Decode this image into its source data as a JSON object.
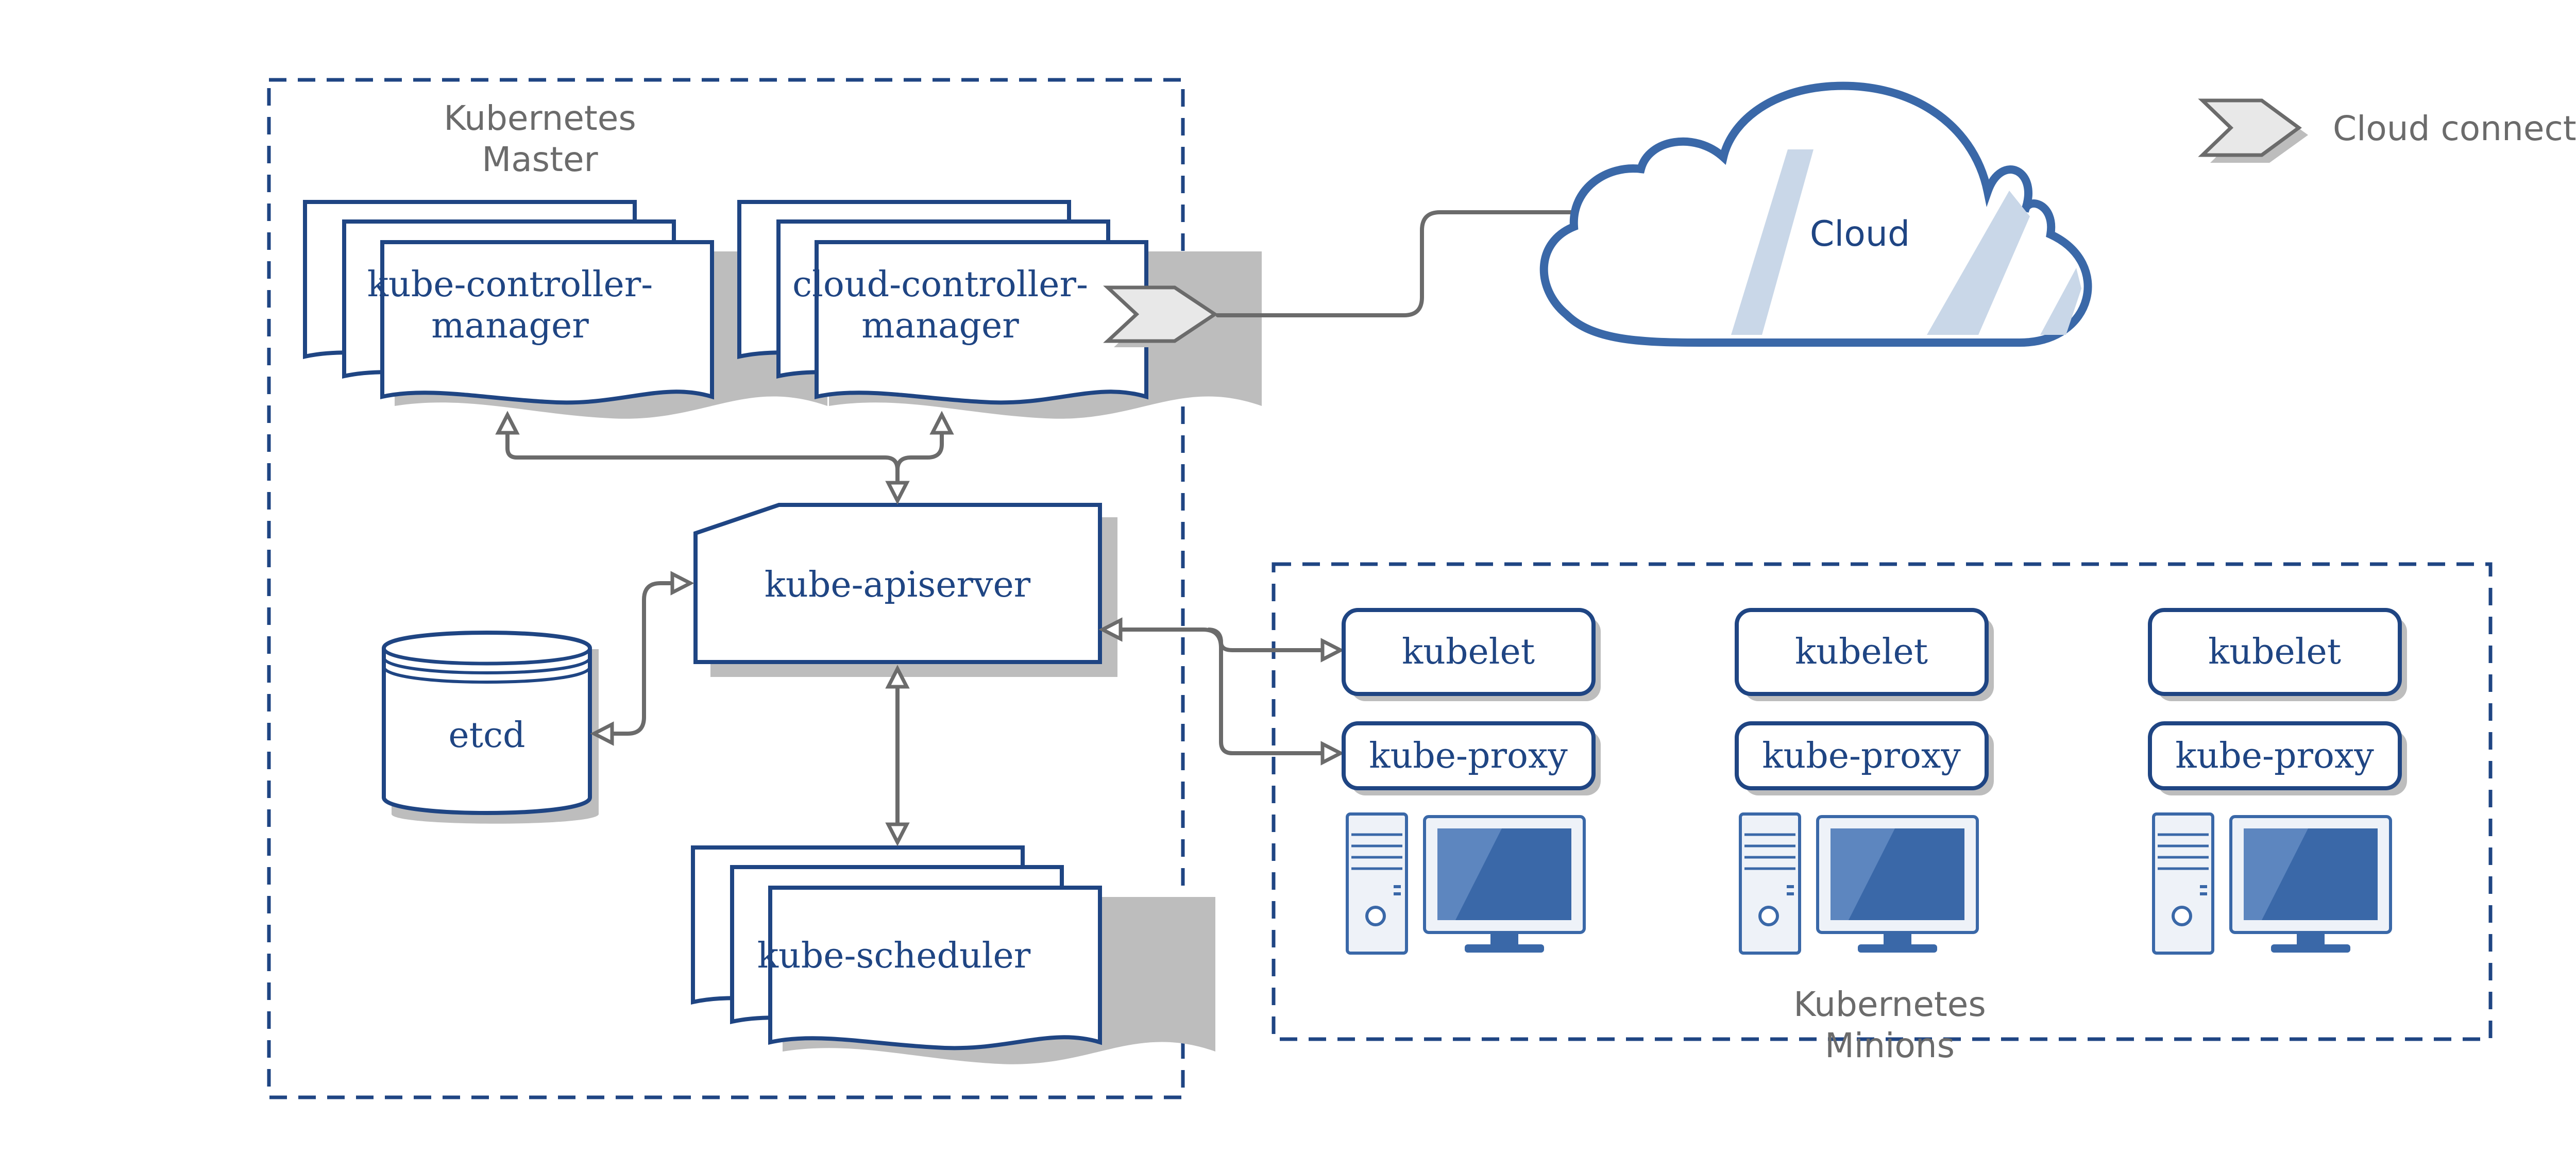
{
  "master": {
    "title_line1": "Kubernetes",
    "title_line2": "Master"
  },
  "minions": {
    "title_line1": "Kubernetes",
    "title_line2": "Minions"
  },
  "components": {
    "kcm_line1": "kube-controller-",
    "kcm_line2": "manager",
    "ccm_line1": "cloud-controller-",
    "ccm_line2": "manager",
    "apiserver": "kube-apiserver",
    "etcd": "etcd",
    "scheduler": "kube-scheduler"
  },
  "nodes": [
    {
      "kubelet": "kubelet",
      "proxy": "kube-proxy"
    },
    {
      "kubelet": "kubelet",
      "proxy": "kube-proxy"
    },
    {
      "kubelet": "kubelet",
      "proxy": "kube-proxy"
    }
  ],
  "cloud": {
    "label": "Cloud"
  },
  "legend": {
    "cloud_connector": "Cloud connector"
  },
  "colors": {
    "primary_blue": "#1f4583",
    "monitor_blue": "#3a68a8",
    "connector_gray": "#6b6b6b",
    "shadow_gray": "#bdbdbd"
  }
}
